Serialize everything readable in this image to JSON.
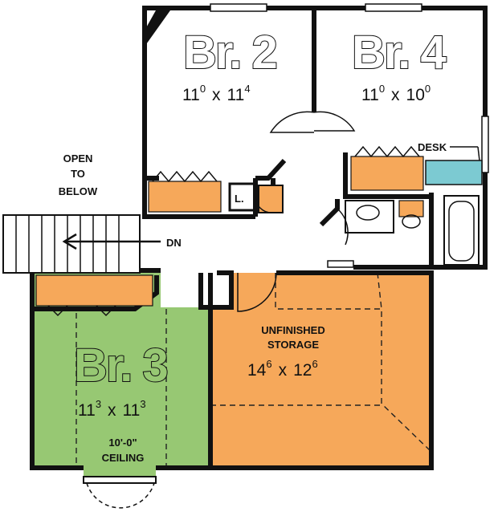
{
  "colors": {
    "bedroom3_fill": "#97c873",
    "storage_fill": "#f6a85a",
    "closet_fill": "#f6a85a",
    "desk_fill": "#7ccad2",
    "wall": "#111111"
  },
  "rooms": {
    "br2": {
      "name": "Br. 2",
      "dim_w": "11",
      "dim_w_sup": "0",
      "dim_h": "11",
      "dim_h_sup": "4",
      "x": "x"
    },
    "br4": {
      "name": "Br. 4",
      "dim_w": "11",
      "dim_w_sup": "0",
      "dim_h": "10",
      "dim_h_sup": "0",
      "x": "x"
    },
    "br3": {
      "name": "Br. 3",
      "dim_w": "11",
      "dim_w_sup": "3",
      "dim_h": "11",
      "dim_h_sup": "3",
      "x": "x",
      "ceiling_line1": "10'-0\"",
      "ceiling_line2": "CEILING"
    },
    "storage": {
      "line1": "UNFINISHED",
      "line2": "STORAGE",
      "dim_w": "14",
      "dim_w_sup": "6",
      "dim_h": "12",
      "dim_h_sup": "6",
      "x": "x"
    }
  },
  "labels": {
    "open_to_below": [
      "OPEN",
      "TO",
      "BELOW"
    ],
    "stair_dn": "DN",
    "desk": "DESK",
    "linen": "L."
  }
}
